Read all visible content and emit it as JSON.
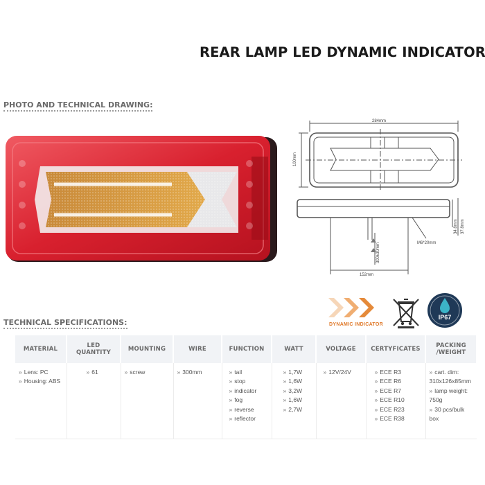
{
  "title": "REAR LAMP LED DYNAMIC INDICATOR",
  "sections": {
    "photo": "PHOTO AND TECHNICAL DRAWING:",
    "specs": "TECHNICAL SPECIFICATIONS:"
  },
  "drawing": {
    "width": "284mm",
    "height": "100mm",
    "base_width": "152mm",
    "bolt": "M6*20mm",
    "depth_1": "34.8mm",
    "depth_2": "37.8mm",
    "wire": "300±30mm"
  },
  "badges": {
    "dynamic": "DYNAMIC INDICATOR",
    "ip": "IP67"
  },
  "colors": {
    "lamp_red": "#d8202e",
    "indicator_amber": "#d79a3a",
    "brand_orange": "#e58a3a",
    "ip_navy": "#1f3957",
    "ip_teal": "#3cb4c8"
  },
  "icons": [
    "dynamic-indicator-icon",
    "weee-crossed-bin-icon",
    "ip67-water-drop-icon"
  ],
  "table": {
    "headers": [
      "MATERIAL",
      "LED QUANTITY",
      "MOUNTING",
      "WIRE",
      "FUNCTION",
      "WATT",
      "VOLTAGE",
      "CERTYFICATES",
      "PACKING /WEIGHT"
    ],
    "cells": [
      [
        "Lens: PC",
        "Housing: ABS"
      ],
      [
        "61"
      ],
      [
        "screw"
      ],
      [
        "300mm"
      ],
      [
        "tail",
        "stop",
        "indicator",
        "fog",
        "reverse",
        "reflector"
      ],
      [
        "1,7W",
        "1,6W",
        "3,2W",
        "1,6W",
        "2,7W"
      ],
      [
        "12V/24V"
      ],
      [
        "ECE R3",
        "ECE R6",
        "ECE R7",
        "ECE R10",
        "ECE R23",
        "ECE R38"
      ],
      [
        "cart. dim: 310x126x85mm",
        "lamp weight: 750g",
        "30 pcs/bulk box"
      ]
    ]
  }
}
